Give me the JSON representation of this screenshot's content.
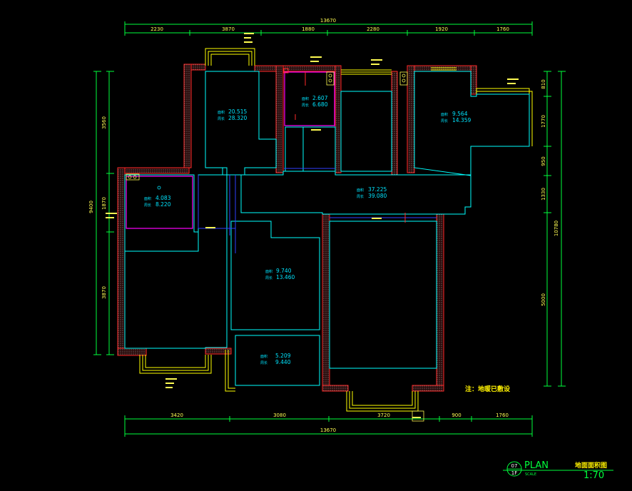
{
  "dimensions": {
    "top_total": "13670",
    "top_segments": [
      "2230",
      "3870",
      "1880",
      "2280",
      "1920",
      "1760"
    ],
    "bottom_total": "13670",
    "bottom_segments": [
      "3420",
      "3080",
      "3720",
      "900",
      "1760"
    ],
    "left_total": "9400",
    "left_segments": [
      "3560",
      "1870",
      "3870"
    ],
    "right_total": "10780",
    "right_segments": [
      "810",
      "1770",
      "950",
      "1330",
      "5000"
    ]
  },
  "rooms": [
    {
      "id": "bedroom-top-left",
      "area_label": "面积",
      "area": "20.515",
      "perimeter_label": "周长",
      "perimeter": "28.320"
    },
    {
      "id": "bath-top",
      "area_label": "面积",
      "area": "2.607",
      "perimeter_label": "周长",
      "perimeter": "6.680"
    },
    {
      "id": "bedroom-top-right",
      "area_label": "面积",
      "area": "9.564",
      "perimeter_label": "周长",
      "perimeter": "14.359"
    },
    {
      "id": "living-hall",
      "area_label": "面积",
      "area": "37.225",
      "perimeter_label": "周长",
      "perimeter": "39.080"
    },
    {
      "id": "bath-left",
      "area_label": "面积",
      "area": "4.083",
      "perimeter_label": "周长",
      "perimeter": "8.220"
    },
    {
      "id": "bedroom-center",
      "area_label": "面积",
      "area": "9.740",
      "perimeter_label": "周长",
      "perimeter": "13.460"
    },
    {
      "id": "room-bottom",
      "area_label": "面积",
      "area": "5.209",
      "perimeter_label": "周长",
      "perimeter": "9.440"
    }
  ],
  "note": "注：地暖已敷设",
  "title_block": {
    "circle_top": "07",
    "circle_bottom": "1F",
    "plan_label": "PLAN",
    "scale_label": "SCALE",
    "drawing_title": "地面面积图",
    "scale_value": "1:70"
  },
  "colors": {
    "background": "#000000",
    "dimension": "#00ff3c",
    "room_outline": "#00ffff",
    "wall": "#ff2a2a",
    "window": "#ffff00",
    "blue_line": "#3040ff",
    "magenta": "#ff00ff"
  }
}
